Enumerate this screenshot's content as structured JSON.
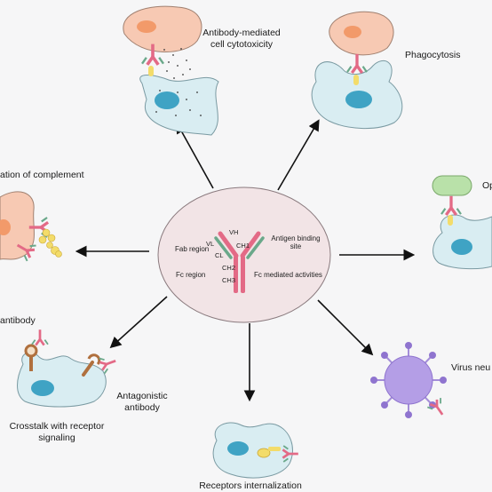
{
  "center": {
    "fab_region": "Fab region",
    "fc_region": "Fc region",
    "antigen_binding_site": "Antigen binding site",
    "fc_mediated_activities": "Fc mediated activities",
    "domains": {
      "vh": "VH",
      "vl": "VL",
      "ch1": "CH1",
      "cl": "CL",
      "ch2": "CH2",
      "ch3": "CH3"
    }
  },
  "functions": {
    "adcc_line1": "Antibody-mediated",
    "adcc_line2": "cell cytotoxicity",
    "phagocytosis": "Phagocytosis",
    "opsonization": "Op",
    "complement": "ation of complement",
    "agonistic": "antibody",
    "crosstalk_line1": "Crosstalk with receptor",
    "crosstalk_line2": "signaling",
    "antagonistic_line1": "Antagonistic",
    "antagonistic_line2": "antibody",
    "virus": "Virus neu",
    "internalization": "Receptors internalization"
  },
  "colors": {
    "cell_tumor": "#f7c9b3",
    "nucleus_tumor": "#f29a6a",
    "cell_immune": "#d9edf2",
    "nucleus_immune": "#3fa3c4",
    "ellipse_fill": "#f2e4e6",
    "heavy_chain": "#e36a86",
    "light_chain": "#6aa88a",
    "virus": "#a48ed9"
  }
}
